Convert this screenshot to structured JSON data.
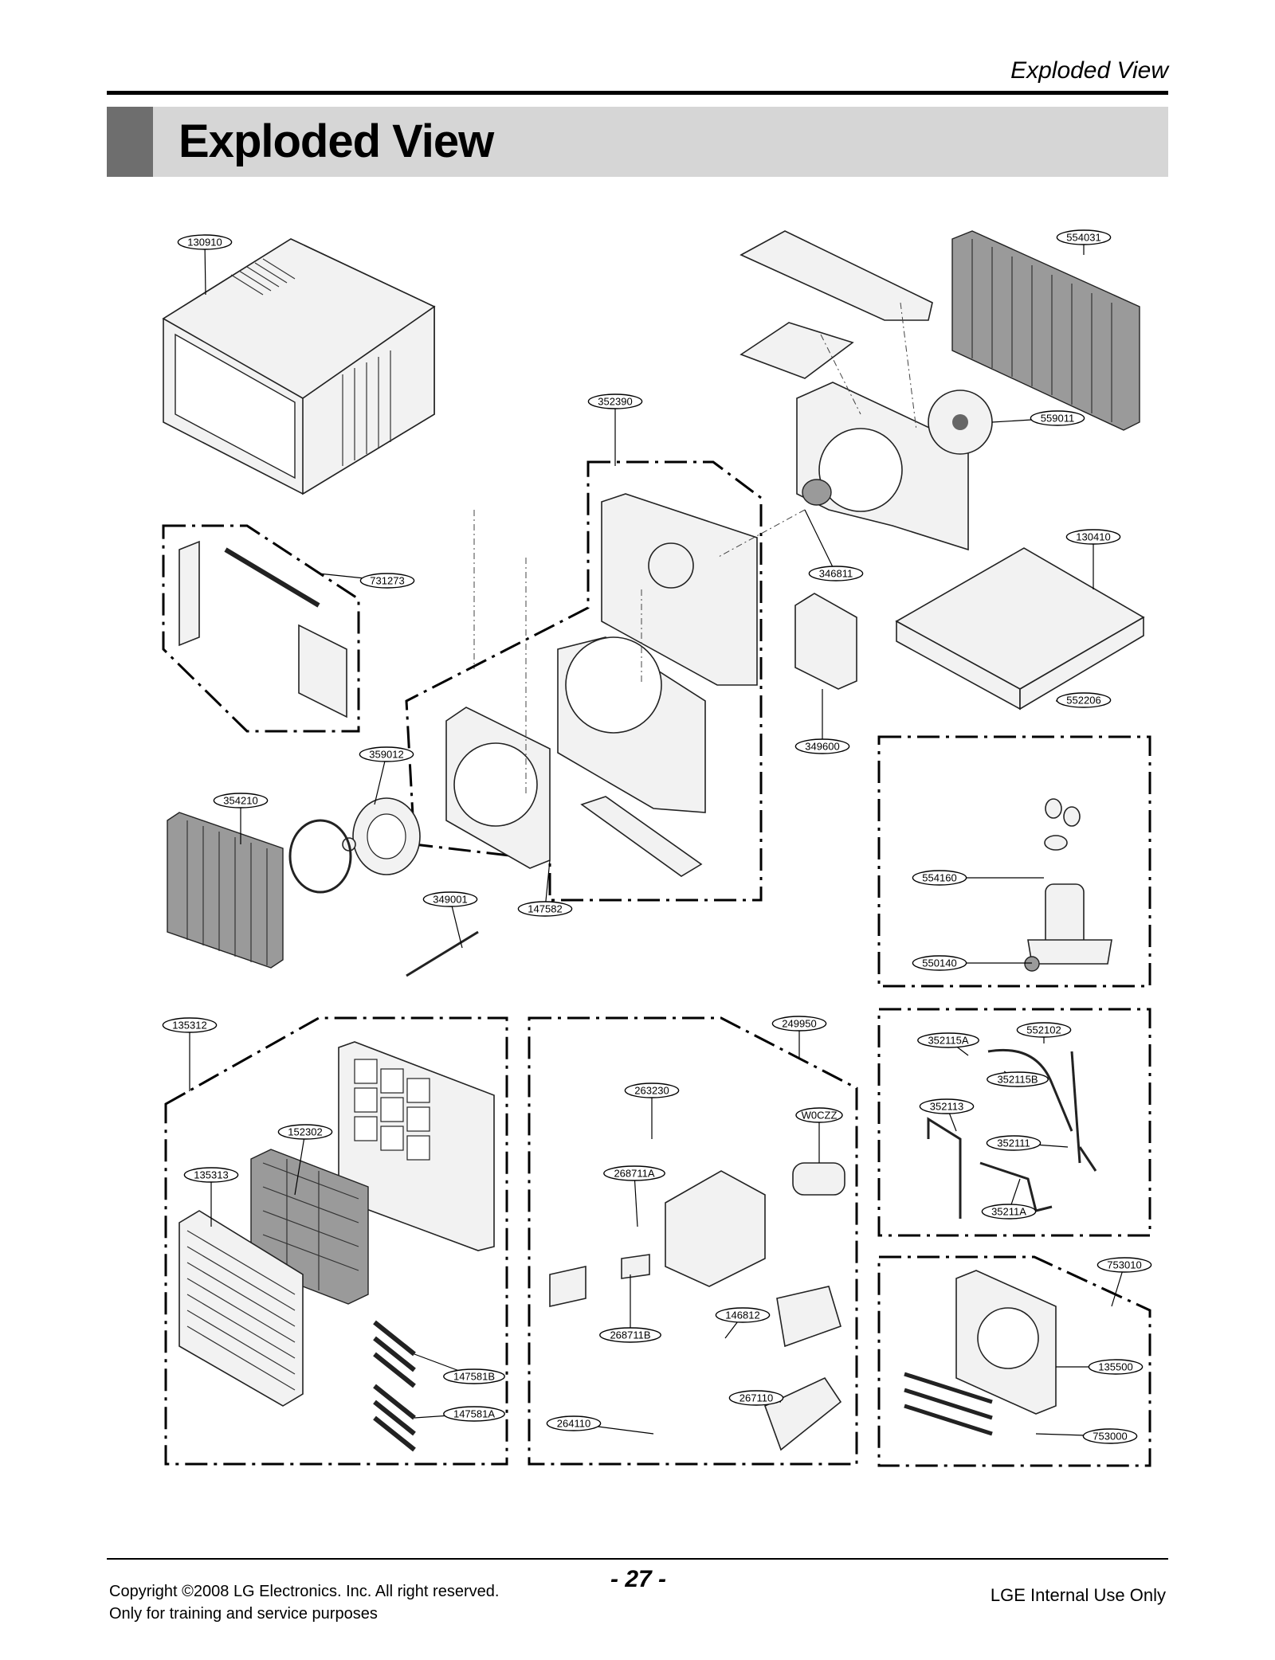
{
  "header": {
    "section_label": "Exploded View",
    "title": "Exploded View"
  },
  "parts": [
    "130910",
    "554031",
    "352390",
    "559011",
    "731273",
    "346811",
    "130410",
    "349600",
    "552206",
    "359012",
    "354210",
    "554160",
    "349001",
    "147582",
    "550140",
    "135312",
    "249950",
    "263230",
    "W0CZZ",
    "152302",
    "268711A",
    "135313",
    "268711B",
    "146812",
    "147581B",
    "147581A",
    "267110",
    "264110",
    "352115A",
    "552102",
    "352115B",
    "352113",
    "352111",
    "35211A",
    "753010",
    "135500",
    "753000"
  ],
  "footer": {
    "copyright_line1": "Copyright ©2008 LG Electronics. Inc. All right reserved.",
    "copyright_line2": "Only for training and service purposes",
    "page_number": "- 27 -",
    "internal_use": "LGE Internal Use Only"
  }
}
